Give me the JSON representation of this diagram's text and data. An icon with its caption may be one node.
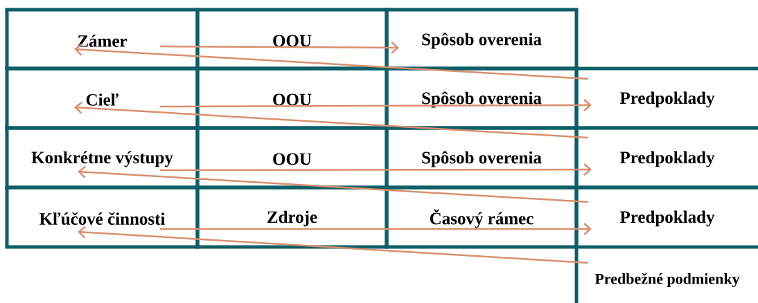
{
  "diagram": {
    "nodes": [
      {
        "text": [
          "Zámer"
        ]
      },
      {
        "text": [
          "OOU"
        ]
      },
      {
        "text": [
          "Spôsob overenia"
        ]
      },
      {
        "text": [
          "Cieľ"
        ]
      },
      {
        "text": [
          "OOU"
        ]
      },
      {
        "text": [
          "Spôsob overenia"
        ]
      },
      {
        "text": [
          "Predpoklady"
        ]
      },
      {
        "text": [
          "Konkrétne výstupy"
        ]
      },
      {
        "text": [
          "OOU"
        ]
      },
      {
        "text": [
          "Spôsob overenia"
        ]
      },
      {
        "text": [
          "Predpoklady"
        ]
      },
      {
        "text": [
          "Kľúčové činnosti"
        ]
      },
      {
        "text": [
          "Zdroje"
        ]
      },
      {
        "text": [
          "Časový rámec"
        ]
      },
      {
        "text": [
          "Predpoklady"
        ]
      },
      {
        "text": [
          "Predbežné podmienky"
        ]
      }
    ],
    "edges": [
      {
        "from": 0,
        "to": 2,
        "arrow": "to"
      },
      {
        "from": 6,
        "to": 0,
        "arrow": "to"
      },
      {
        "from": 3,
        "to": 6,
        "arrow": "to"
      },
      {
        "from": 10,
        "to": 3,
        "arrow": "to"
      },
      {
        "from": 7,
        "to": 10,
        "arrow": "to"
      },
      {
        "from": 14,
        "to": 7,
        "arrow": "to"
      },
      {
        "from": 11,
        "to": 14,
        "arrow": "to"
      },
      {
        "from": 15,
        "to": 11,
        "arrow": "to"
      }
    ]
  }
}
